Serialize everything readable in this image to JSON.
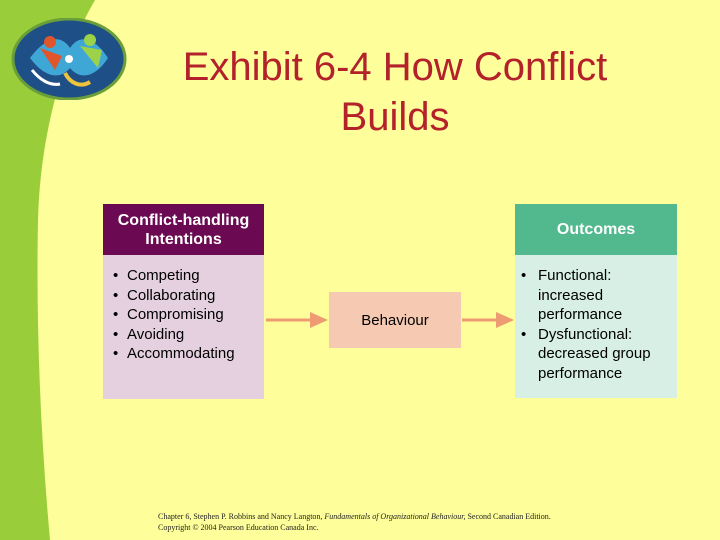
{
  "title": "Exhibit 6-4 How Conflict Builds",
  "intentions": {
    "header": "Conflict-handling Intentions",
    "items": [
      "Competing",
      "Collaborating",
      "Compromising",
      "Avoiding",
      "Accommodating"
    ]
  },
  "behaviour": {
    "label": "Behaviour"
  },
  "outcomes": {
    "header": "Outcomes",
    "items": [
      "Functional: increased performance",
      "Dysfunctional: decreased group performance"
    ]
  },
  "footer": {
    "line1_prefix": "Chapter 6, Stephen P. Robbins and Nancy Langton, ",
    "line1_italic": "Fundamentals of Organizational Behaviour,",
    "line1_suffix": " Second Canadian Edition.",
    "line2": "Copyright © 2004 Pearson Education Canada Inc."
  },
  "colors": {
    "background": "#fefe9a",
    "band": "#9acd3a",
    "title": "#b3212b",
    "intent_header": "#6b0a52",
    "intent_body": "#e4d0de",
    "outcome_header": "#52b98e",
    "outcome_body": "#d7efe5",
    "behaviour": "#f5c9b2",
    "arrow": "#ee9a72"
  }
}
